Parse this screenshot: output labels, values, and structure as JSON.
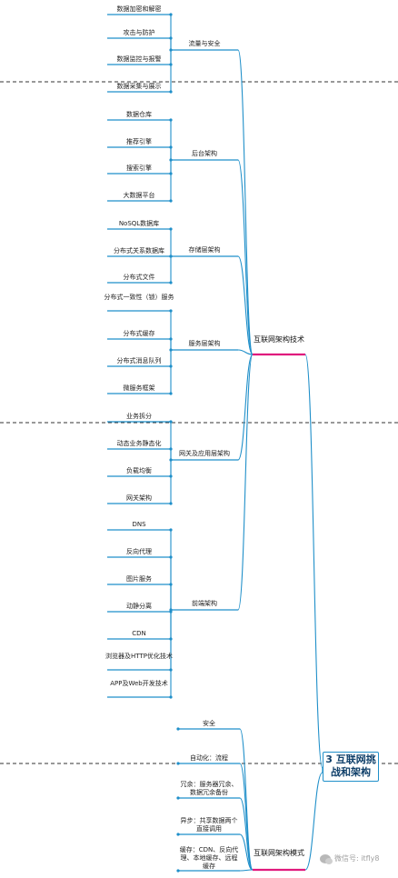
{
  "root": {
    "label": "3 互联网挑战和架构"
  },
  "branches": [
    {
      "key": "tech",
      "label": "互联网架构技术"
    },
    {
      "key": "mode",
      "label": "互联网架构模式"
    }
  ],
  "categories": [
    {
      "key": "flow",
      "label": "流量与安全",
      "leaves": [
        "数据加密和解密",
        "攻击与防护",
        "数据监控与报警",
        "数据采集与展示"
      ]
    },
    {
      "key": "backend",
      "label": "后台架构",
      "leaves": [
        "数据仓库",
        "推荐引擎",
        "搜索引擎",
        "大数据平台"
      ]
    },
    {
      "key": "storage",
      "label": "存储层架构",
      "leaves": [
        "NoSQL数据库",
        "分布式关系数据库",
        "分布式文件"
      ]
    },
    {
      "key": "service",
      "label": "服务层架构",
      "leaves": [
        "分布式一致性（锁）服务",
        "分布式缓存",
        "分布式消息队列",
        "微服务框架"
      ]
    },
    {
      "key": "gateway",
      "label": "网关及应用层架构",
      "leaves": [
        "业务拆分",
        "动态业务静态化",
        "负载均衡",
        "网关架构"
      ]
    },
    {
      "key": "frontend",
      "label": "前端架构",
      "leaves": [
        "DNS",
        "反向代理",
        "图片服务",
        "动静分离",
        "CDN",
        "浏览器及HTTP优化技术",
        "APP及Web开发技术"
      ]
    }
  ],
  "mode_leaves": [
    "安全",
    "自动化：流程",
    "冗余：服务器冗余、数据冗余备份",
    "异步：共享数据两个直接调用",
    "缓存：CDN、反向代理、本地缓存、远程缓存"
  ],
  "watermark": {
    "text": "微信号: itfly8"
  },
  "colors": {
    "line": "#1f8fc9",
    "accent": "#e0197d",
    "dashed": "#333333"
  }
}
